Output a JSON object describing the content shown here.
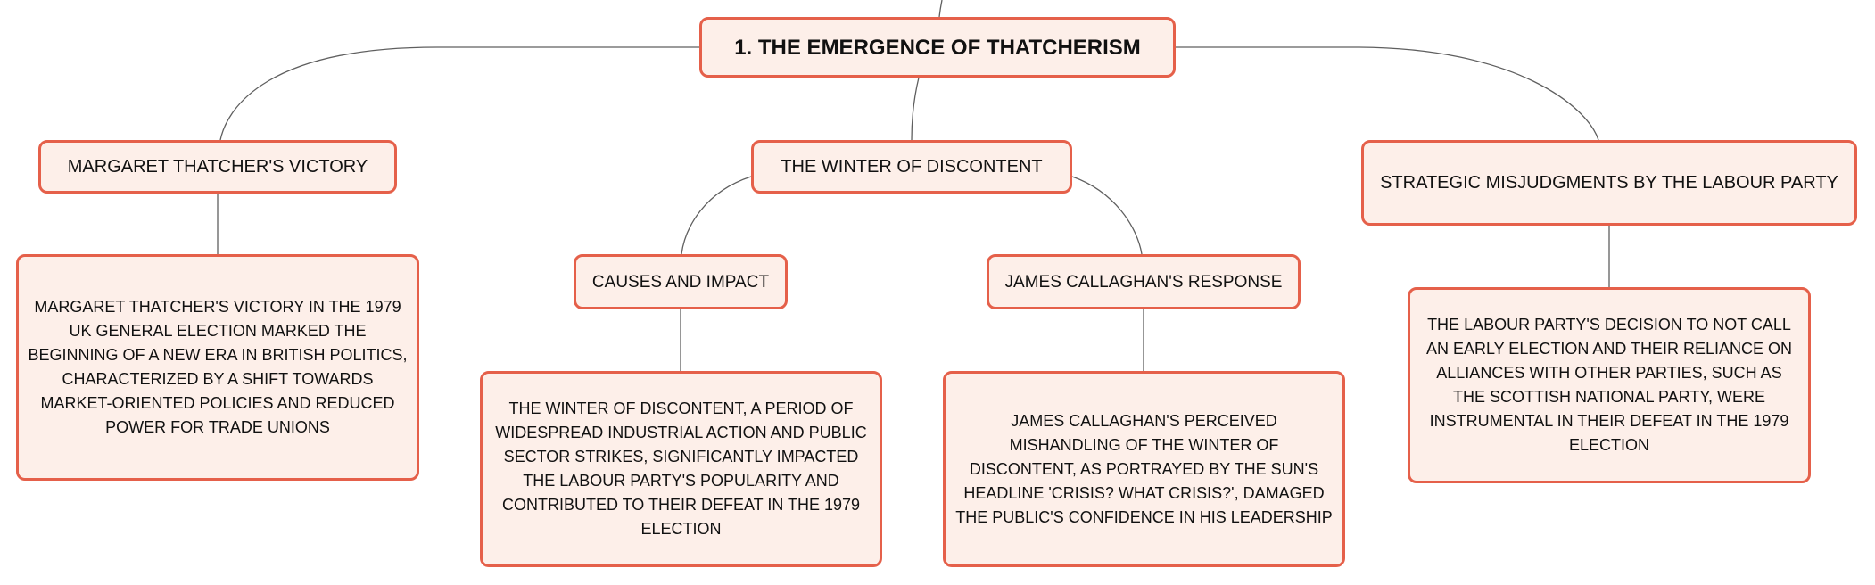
{
  "diagram": {
    "root": {
      "label": "1. THE EMERGENCE OF THATCHERISM"
    },
    "branches": [
      {
        "label": "MARGARET THATCHER'S VICTORY",
        "detail": "MARGARET THATCHER'S VICTORY IN THE 1979 UK GENERAL ELECTION MARKED THE BEGINNING OF A NEW ERA IN BRITISH POLITICS, CHARACTERIZED BY A SHIFT TOWARDS MARKET-ORIENTED POLICIES AND REDUCED POWER FOR TRADE UNIONS"
      },
      {
        "label": "THE WINTER OF DISCONTENT",
        "children": [
          {
            "label": "CAUSES AND IMPACT",
            "detail": "THE WINTER OF DISCONTENT, A PERIOD OF WIDESPREAD INDUSTRIAL ACTION AND PUBLIC SECTOR STRIKES, SIGNIFICANTLY IMPACTED THE LABOUR PARTY'S POPULARITY AND CONTRIBUTED TO THEIR DEFEAT IN THE 1979 ELECTION"
          },
          {
            "label": "JAMES CALLAGHAN'S RESPONSE",
            "detail": "JAMES CALLAGHAN'S PERCEIVED MISHANDLING OF THE WINTER OF DISCONTENT, AS PORTRAYED BY THE SUN'S HEADLINE 'CRISIS? WHAT CRISIS?', DAMAGED THE PUBLIC'S CONFIDENCE IN HIS LEADERSHIP"
          }
        ]
      },
      {
        "label": "STRATEGIC MISJUDGMENTS BY THE LABOUR PARTY",
        "detail": "THE LABOUR PARTY'S DECISION TO NOT CALL AN EARLY ELECTION AND THEIR RELIANCE ON ALLIANCES WITH OTHER PARTIES, SUCH AS THE SCOTTISH NATIONAL PARTY, WERE INSTRUMENTAL IN THEIR DEFEAT IN THE 1979 ELECTION"
      }
    ]
  },
  "colors": {
    "node_fill": "#fdefe9",
    "node_border": "#e5604a",
    "connector": "#5f5f5f",
    "text": "#111111",
    "background": "#ffffff"
  }
}
